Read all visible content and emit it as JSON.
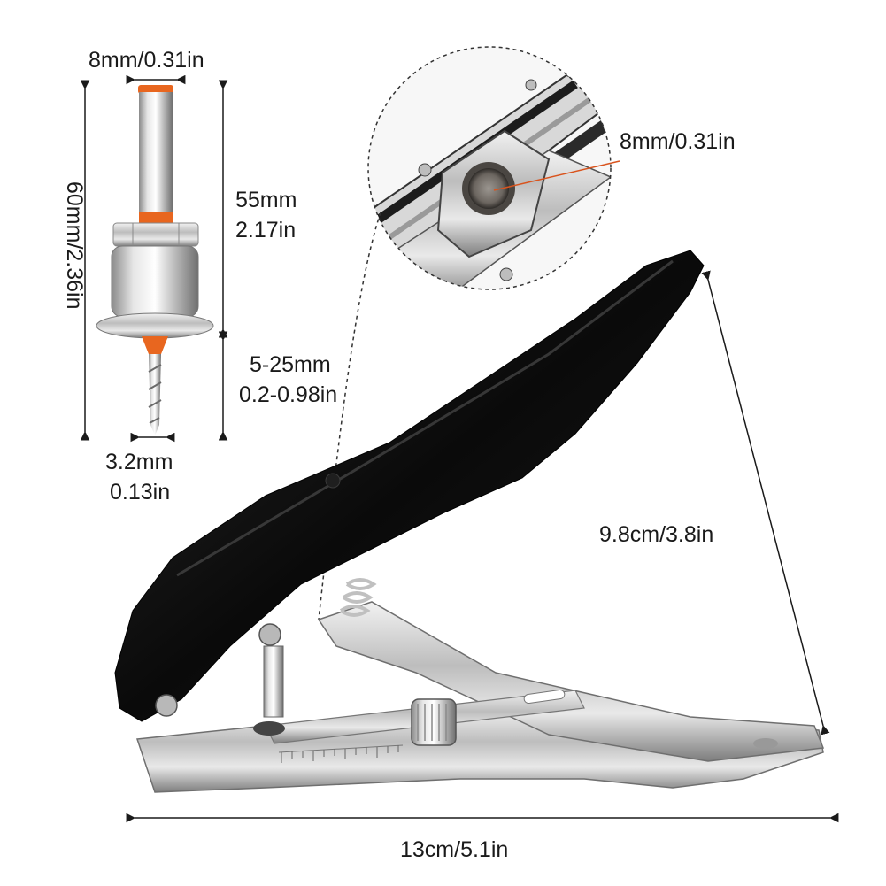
{
  "labels": {
    "bit_shank_diameter": "8mm/0.31in",
    "bit_total_length": "60mm/2.36in",
    "bit_upper_length_mm": "55mm",
    "bit_upper_length_in": "2.17in",
    "bit_depth_range_mm": "5-25mm",
    "bit_depth_range_in": "0.2-0.98in",
    "drill_diameter_mm": "3.2mm",
    "drill_diameter_in": "0.13in",
    "jaw_hole_diameter": "8mm/0.31in",
    "tool_height": "9.8cm/3.8in",
    "tool_length": "13cm/5.1in"
  },
  "colors": {
    "handle": "#0d0d0d",
    "chrome": "#c9c9c9",
    "accent_orange": "#e8661f",
    "dimension_line": "#1a1a1a",
    "callout_line": "#d9541e"
  }
}
